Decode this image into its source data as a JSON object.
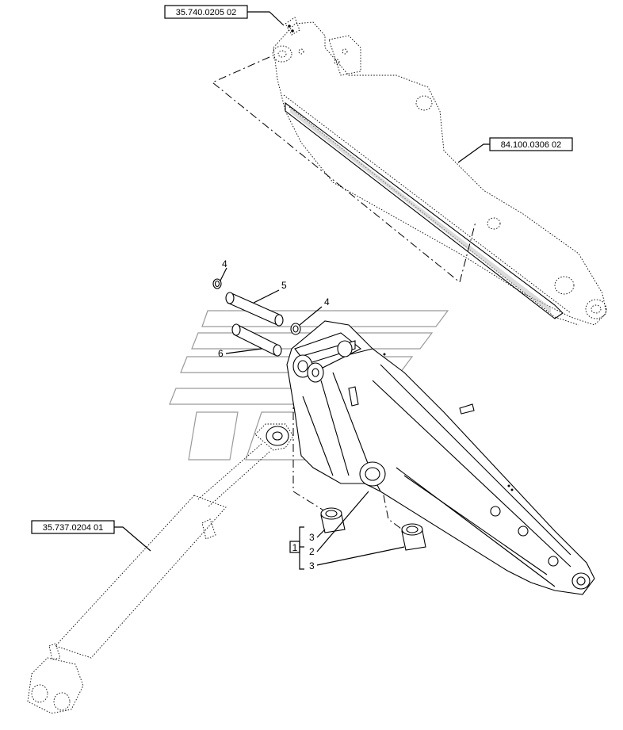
{
  "references": {
    "top": "35.740.0205 02",
    "boom": "84.100.0306 02",
    "cylinder": "35.737.0204 01"
  },
  "callouts": {
    "pin_5": "5",
    "pin_6": "6",
    "ring_4_upper": "4",
    "ring_4_lower": "4",
    "kit_box": "1",
    "bushing_2": "2",
    "bushing_3_upper": "3",
    "bushing_3_lower": "3"
  }
}
